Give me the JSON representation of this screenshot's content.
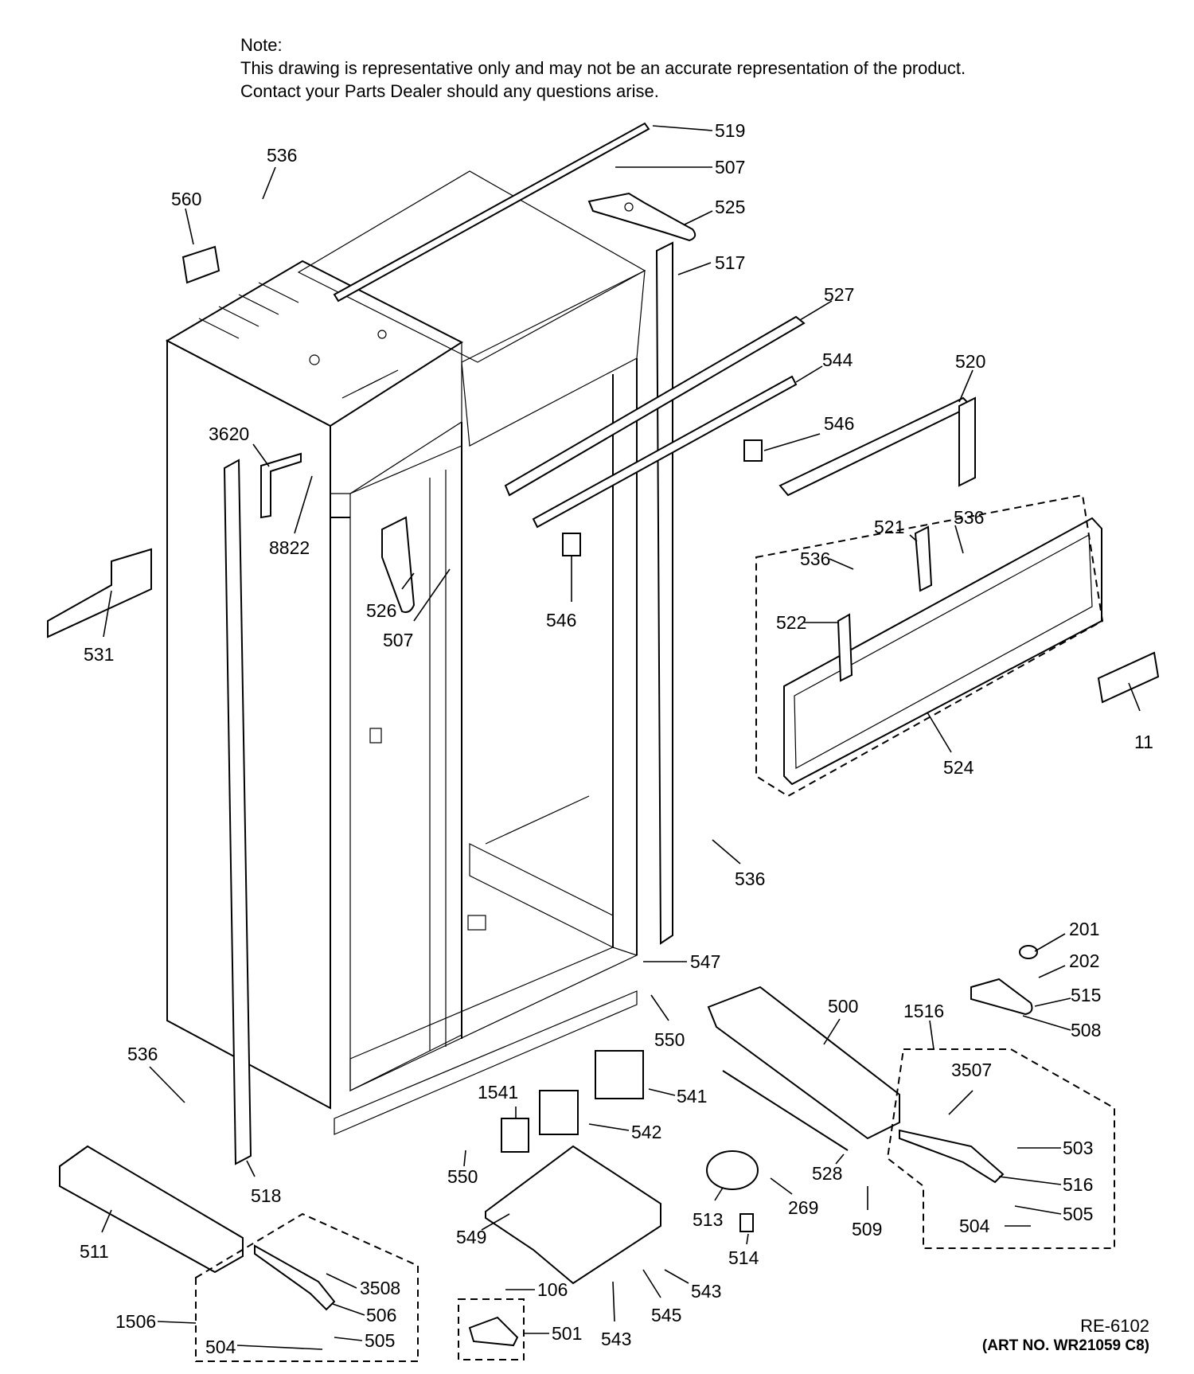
{
  "note": {
    "heading": "Note:",
    "line1": "This drawing is representative only and may not be an accurate representation of the product.",
    "line2": "Contact your Parts Dealer should any questions arise."
  },
  "reference_code": "RE-6102",
  "art_number": "(ART NO. WR21059 C8)",
  "callouts": [
    {
      "id": "519",
      "label": "519"
    },
    {
      "id": "507-top",
      "label": "507"
    },
    {
      "id": "525",
      "label": "525"
    },
    {
      "id": "517",
      "label": "517"
    },
    {
      "id": "536-top",
      "label": "536"
    },
    {
      "id": "560",
      "label": "560"
    },
    {
      "id": "527",
      "label": "527"
    },
    {
      "id": "544",
      "label": "544"
    },
    {
      "id": "520",
      "label": "520"
    },
    {
      "id": "546-right",
      "label": "546"
    },
    {
      "id": "3620",
      "label": "3620"
    },
    {
      "id": "8822",
      "label": "8822"
    },
    {
      "id": "536-a",
      "label": "536"
    },
    {
      "id": "521",
      "label": "521"
    },
    {
      "id": "536-b",
      "label": "536"
    },
    {
      "id": "522",
      "label": "522"
    },
    {
      "id": "531",
      "label": "531"
    },
    {
      "id": "526",
      "label": "526"
    },
    {
      "id": "507-mid",
      "label": "507"
    },
    {
      "id": "546-mid",
      "label": "546"
    },
    {
      "id": "11",
      "label": "11"
    },
    {
      "id": "524",
      "label": "524"
    },
    {
      "id": "536-mid",
      "label": "536"
    },
    {
      "id": "201",
      "label": "201"
    },
    {
      "id": "202",
      "label": "202"
    },
    {
      "id": "547",
      "label": "547"
    },
    {
      "id": "515",
      "label": "515"
    },
    {
      "id": "508",
      "label": "508"
    },
    {
      "id": "500",
      "label": "500"
    },
    {
      "id": "1516",
      "label": "1516"
    },
    {
      "id": "550-a",
      "label": "550"
    },
    {
      "id": "536-left",
      "label": "536"
    },
    {
      "id": "3507",
      "label": "3507"
    },
    {
      "id": "1541",
      "label": "1541"
    },
    {
      "id": "541",
      "label": "541"
    },
    {
      "id": "542",
      "label": "542"
    },
    {
      "id": "503",
      "label": "503"
    },
    {
      "id": "550-b",
      "label": "550"
    },
    {
      "id": "528",
      "label": "528"
    },
    {
      "id": "269",
      "label": "269"
    },
    {
      "id": "516",
      "label": "516"
    },
    {
      "id": "518",
      "label": "518"
    },
    {
      "id": "513",
      "label": "513"
    },
    {
      "id": "509",
      "label": "509"
    },
    {
      "id": "505-right",
      "label": "505"
    },
    {
      "id": "504-right",
      "label": "504"
    },
    {
      "id": "549",
      "label": "549"
    },
    {
      "id": "514",
      "label": "514"
    },
    {
      "id": "511",
      "label": "511"
    },
    {
      "id": "3508",
      "label": "3508"
    },
    {
      "id": "543-a",
      "label": "543"
    },
    {
      "id": "106",
      "label": "106"
    },
    {
      "id": "506",
      "label": "506"
    },
    {
      "id": "545",
      "label": "545"
    },
    {
      "id": "1506",
      "label": "1506"
    },
    {
      "id": "505-left",
      "label": "505"
    },
    {
      "id": "501",
      "label": "501"
    },
    {
      "id": "543-b",
      "label": "543"
    },
    {
      "id": "504-left",
      "label": "504"
    }
  ]
}
